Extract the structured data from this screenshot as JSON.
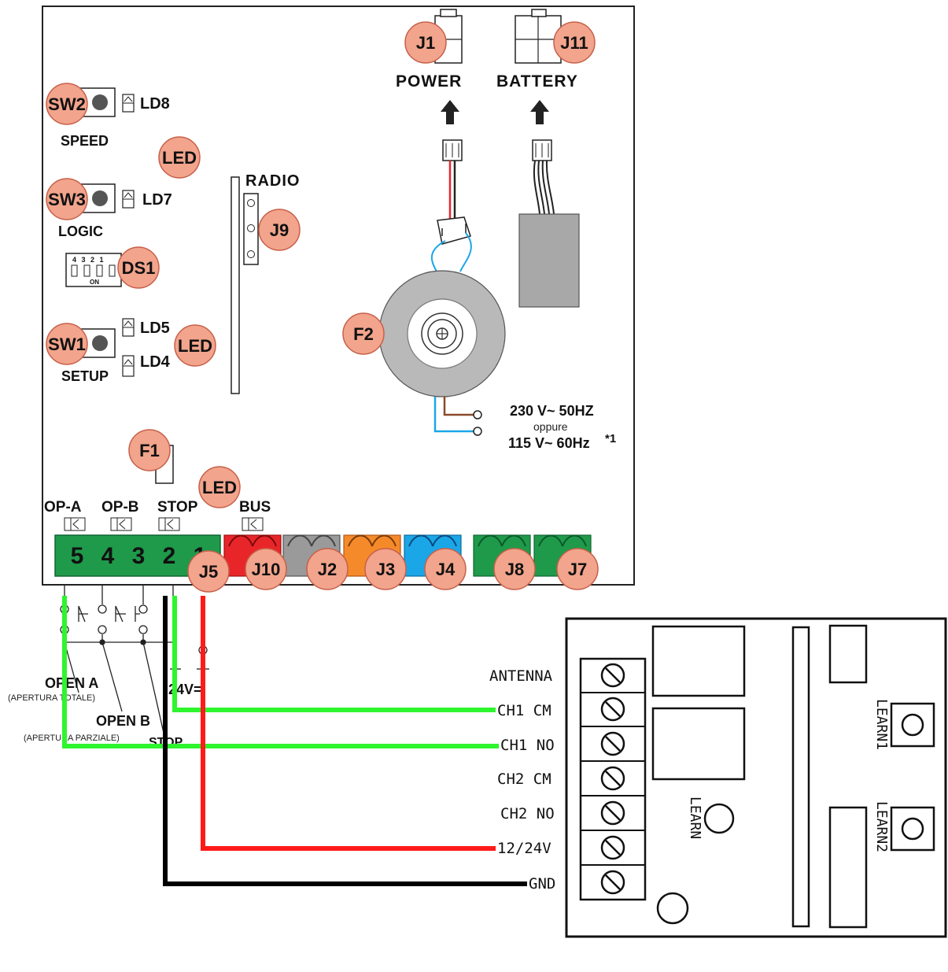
{
  "labels": {
    "power": "POWER",
    "battery": "BATTERY",
    "speed": "SPEED",
    "logic": "LOGIC",
    "setup": "SETUP",
    "radio": "RADIO",
    "ld8": "LD8",
    "ld7": "LD7",
    "ld5": "LD5",
    "ld4": "LD4",
    "op_a": "OP-A",
    "op_b": "OP-B",
    "stop": "STOP",
    "bus": "BUS",
    "ds1_nums": "4 3 2 1",
    "ds1_on": "ON",
    "voltage_230": "230 V~ 50HZ",
    "oppure": "oppure",
    "voltage_115": "115 V~ 60Hz",
    "footnote": "*1",
    "open_a": "OPEN A",
    "open_a_sub": "(APERTURA TOTALE)",
    "open_b": "OPEN B",
    "open_b_sub": "(APERTURA PARZIALE)",
    "stop_bottom": "STOP",
    "v24": "24V=",
    "antenna": "ANTENNA",
    "ch1_cm": "CH1 CM",
    "ch1_no": "CH1 NO",
    "ch2_cm": "CH2 CM",
    "ch2_no": "CH2 NO",
    "v1224": "12/24V",
    "gnd": "GND",
    "learn": "LEARN",
    "learn1": "LEARN1",
    "learn2": "LEARN2"
  },
  "callouts": {
    "j1": "J1",
    "j11": "J11",
    "sw2": "SW2",
    "sw3": "SW3",
    "sw1": "SW1",
    "led1": "LED",
    "led2": "LED",
    "led3": "LED",
    "j9": "J9",
    "ds1": "DS1",
    "f1": "F1",
    "f2": "F2",
    "j5": "J5",
    "j10": "J10",
    "j2": "J2",
    "j3": "J3",
    "j4": "J4",
    "j8": "J8",
    "j7": "J7"
  },
  "terminal_numbers": [
    "5",
    "4",
    "3",
    "2",
    "1"
  ],
  "colors": {
    "callout_fill": "#f2a48c",
    "terminal_green": "#1f9a4a",
    "j10_red": "#e8262a",
    "j2_grey": "#9a9a9a",
    "j3_orange": "#f58a2a",
    "j4_blue": "#1ba6e8",
    "j8_j7_green": "#1f9a4a",
    "wire_green": "#2ef52e",
    "wire_red": "#ff1a1a",
    "wire_black": "#000000",
    "wire_brown": "#8b4a2b",
    "wire_blue": "#1ba6e8"
  }
}
